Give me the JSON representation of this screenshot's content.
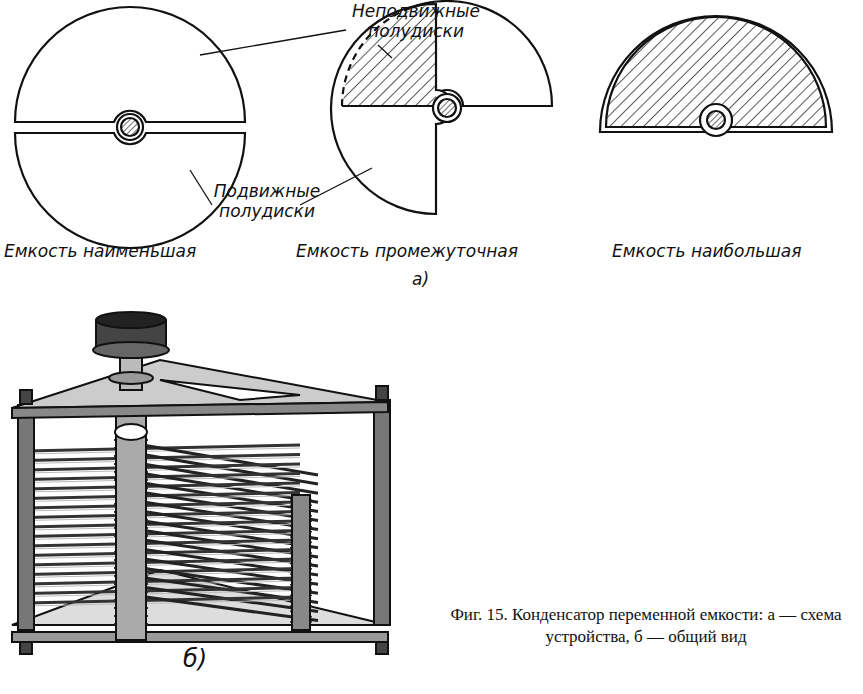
{
  "diagram": {
    "caption": "Фиг. 15. Конденсатор переменной емкости: а — схема устройства, б — общий вид",
    "labels": [
      "Неподвижные полудиски",
      "Подвижные полудиски",
      "Емкость наименьшая",
      "Емкость промежуточная",
      "Емкость наибольшая",
      "а)",
      "б)"
    ]
  }
}
